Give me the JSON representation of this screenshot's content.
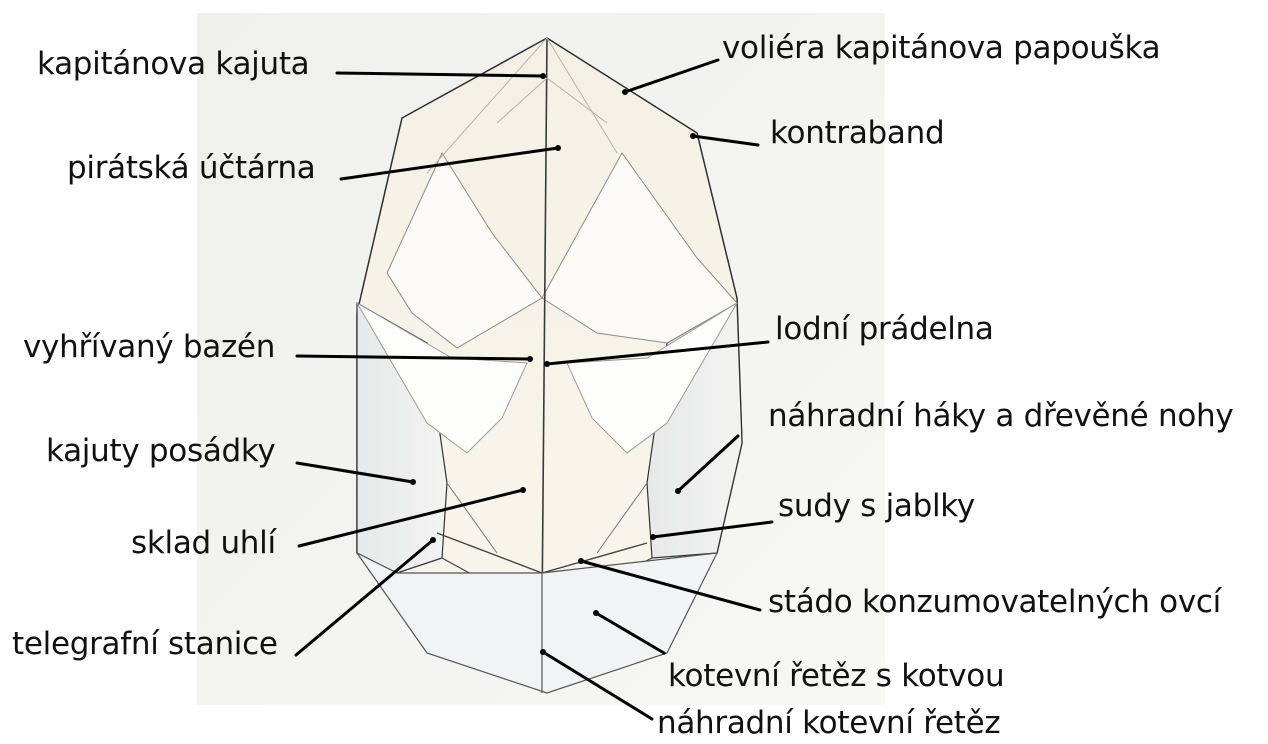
{
  "labels": {
    "kapitanova_kajuta": "kapitánova kajuta",
    "voliera": "voliéra kapitánova papouška",
    "kontraband": "kontraband",
    "piratska_uctarna": "pirátská účtárna",
    "vyhrivany_bazen": "vyhřívaný bazén",
    "lodni_pradelna": "lodní prádelna",
    "nahradni_haky": "náhradní háky a dřevěné nohy",
    "kajuty_posadky": "kajuty posádky",
    "sudy_s_jablky": "sudy s jablky",
    "sklad_uhli": "sklad uhlí",
    "stado_ovci": "stádo konzumovatelných ovcí",
    "telegrafni_stanice": "telegrafní stanice",
    "kotevni_retez": "kotevní řetěz s kotvou",
    "nahradni_kotevni_retez": "náhradní kotevní řetěz"
  }
}
